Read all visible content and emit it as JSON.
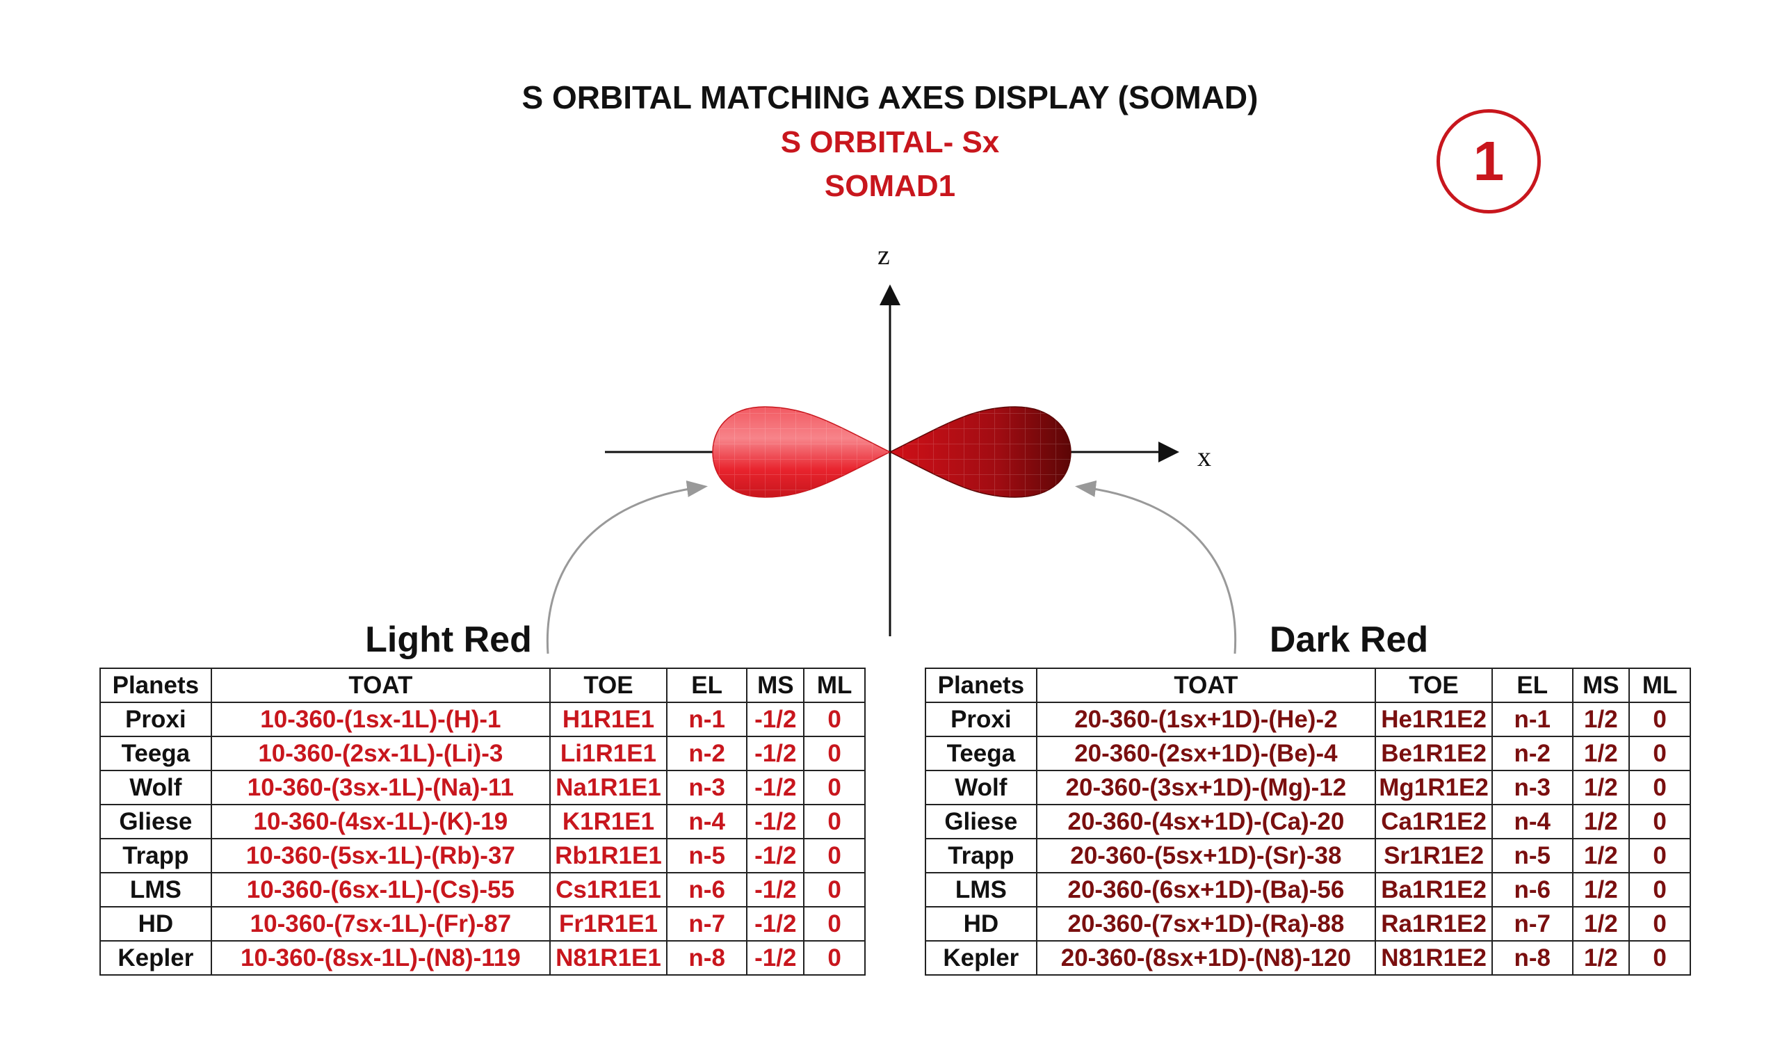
{
  "header": {
    "title": "S ORBITAL MATCHING AXES DISPLAY (SOMAD)",
    "subtitle": "S ORBITAL- Sx",
    "id": "SOMAD1",
    "badge": "1"
  },
  "diagram": {
    "z_label": "z",
    "x_label": "x",
    "colors": {
      "light_lobe": "#e8232d",
      "dark_lobe": "#8b0a0a",
      "arrow": "#999999"
    }
  },
  "columns": [
    "Planets",
    "TOAT",
    "TOE",
    "EL",
    "MS",
    "ML"
  ],
  "left_table": {
    "title": "Light Red",
    "rows": [
      [
        "Proxi",
        "10-360-(1sx-1L)-(H)-1",
        "H1R1E1",
        "n-1",
        "-1/2",
        "0"
      ],
      [
        "Teega",
        "10-360-(2sx-1L)-(Li)-3",
        "Li1R1E1",
        "n-2",
        "-1/2",
        "0"
      ],
      [
        "Wolf",
        "10-360-(3sx-1L)-(Na)-11",
        "Na1R1E1",
        "n-3",
        "-1/2",
        "0"
      ],
      [
        "Gliese",
        "10-360-(4sx-1L)-(K)-19",
        "K1R1E1",
        "n-4",
        "-1/2",
        "0"
      ],
      [
        "Trapp",
        "10-360-(5sx-1L)-(Rb)-37",
        "Rb1R1E1",
        "n-5",
        "-1/2",
        "0"
      ],
      [
        "LMS",
        "10-360-(6sx-1L)-(Cs)-55",
        "Cs1R1E1",
        "n-6",
        "-1/2",
        "0"
      ],
      [
        "HD",
        "10-360-(7sx-1L)-(Fr)-87",
        "Fr1R1E1",
        "n-7",
        "-1/2",
        "0"
      ],
      [
        "Kepler",
        "10-360-(8sx-1L)-(N8)-119",
        "N81R1E1",
        "n-8",
        "-1/2",
        "0"
      ]
    ]
  },
  "right_table": {
    "title": "Dark Red",
    "rows": [
      [
        "Proxi",
        "20-360-(1sx+1D)-(He)-2",
        "He1R1E2",
        "n-1",
        "1/2",
        "0"
      ],
      [
        "Teega",
        "20-360-(2sx+1D)-(Be)-4",
        "Be1R1E2",
        "n-2",
        "1/2",
        "0"
      ],
      [
        "Wolf",
        "20-360-(3sx+1D)-(Mg)-12",
        "Mg1R1E2",
        "n-3",
        "1/2",
        "0"
      ],
      [
        "Gliese",
        "20-360-(4sx+1D)-(Ca)-20",
        "Ca1R1E2",
        "n-4",
        "1/2",
        "0"
      ],
      [
        "Trapp",
        "20-360-(5sx+1D)-(Sr)-38",
        "Sr1R1E2",
        "n-5",
        "1/2",
        "0"
      ],
      [
        "LMS",
        "20-360-(6sx+1D)-(Ba)-56",
        "Ba1R1E2",
        "n-6",
        "1/2",
        "0"
      ],
      [
        "HD",
        "20-360-(7sx+1D)-(Ra)-88",
        "Ra1R1E2",
        "n-7",
        "1/2",
        "0"
      ],
      [
        "Kepler",
        "20-360-(8sx+1D)-(N8)-120",
        "N81R1E2",
        "n-8",
        "1/2",
        "0"
      ]
    ]
  }
}
